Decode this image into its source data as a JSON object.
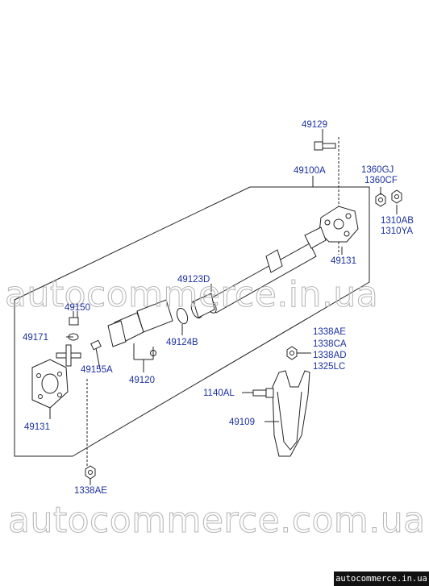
{
  "labels": {
    "p49129": "49129",
    "p49100A": "49100A",
    "p1360GJ": "1360GJ",
    "p1360CF": "1360CF",
    "p1310AB": "1310AB",
    "p1310YA": "1310YA",
    "p49131_right": "49131",
    "p49123D": "49123D",
    "p49150": "49150",
    "p49124B": "49124B",
    "p49171": "49171",
    "p49155A": "49155A",
    "p49120": "49120",
    "p1338AE_top": "1338AE",
    "p1338CA": "1338CA",
    "p1338AD": "1338AD",
    "p1325LC": "1325LC",
    "p1140AL": "1140AL",
    "p49131_left": "49131",
    "p49109": "49109",
    "p1338AE_bottom": "1338AE"
  },
  "watermark": {
    "top": "autocommerce.in.ua",
    "bottom": "autocommerce.com.ua"
  },
  "footer": {
    "text": "autocommerce.in.ua"
  },
  "colors": {
    "label": "#1a2fa0",
    "line": "#222222",
    "watermark": "#b9b9b9"
  }
}
